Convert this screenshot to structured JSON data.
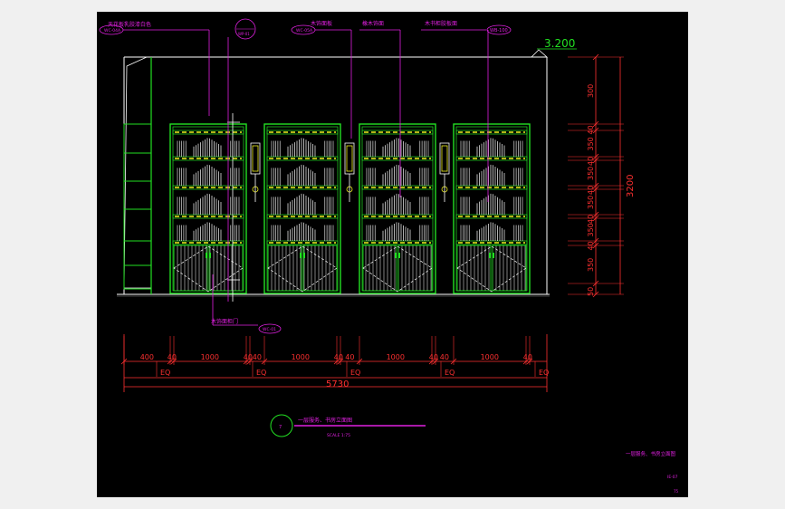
{
  "drawing": {
    "elevation_mark": "3.200",
    "callouts": {
      "top_left_note": "天花板乳胶漆白色",
      "top_left_tag": "WC-04A",
      "circle_tag": "WP-01",
      "mid_note": "木饰面板",
      "mid_tag": "WC-05A",
      "right_note": "橡木饰面",
      "far_right_note": "木书柜胶板面",
      "far_right_tag": "WB-100",
      "bottom_note": "木饰面柜门",
      "bottom_tag": "WC-01"
    },
    "right_dims": [
      "300",
      "40",
      "350",
      "40",
      "350",
      "40",
      "350",
      "40",
      "350",
      "40",
      "350",
      "50"
    ],
    "right_total": "3200",
    "bottom_dims": [
      "400",
      "40",
      "1000",
      "40",
      "40",
      "1000",
      "40",
      "40",
      "1000",
      "40",
      "40",
      "1000",
      "40"
    ],
    "eq_labels": [
      "EQ",
      "EQ",
      "EQ",
      "EQ",
      "EQ"
    ],
    "bottom_total": "5730",
    "title_circle": "7",
    "title": "一层服务、书房立面图",
    "scale": "SCALE 1:75",
    "corner_title": "一层服务、书房立面图",
    "corner_code": "IE-07",
    "corner_page": "75"
  },
  "colors": {
    "green": "#22e022",
    "yellow": "#f0f020",
    "magenta": "#e020e0",
    "red": "#ff3030",
    "white": "#ffffff",
    "cyan": "#20e0e0"
  }
}
